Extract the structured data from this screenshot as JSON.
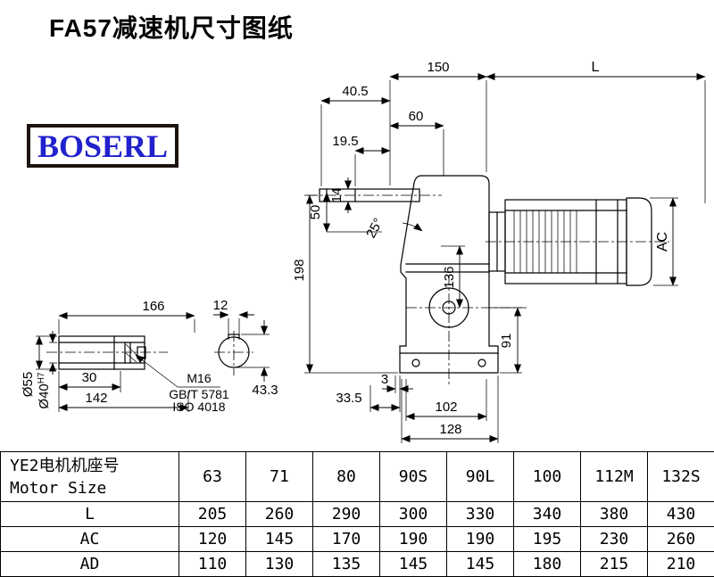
{
  "title": "FA57减速机尺寸图纸",
  "logo": "BOSERL",
  "drawing": {
    "dims": {
      "w150": "150",
      "L": "L",
      "w40_5": "40.5",
      "w60": "60",
      "w19_5": "19.5",
      "h14": "14",
      "h50": "50",
      "angle": "25°",
      "h198": "198",
      "h136": "136",
      "AC": "AC",
      "h91": "91",
      "b3": "3",
      "b33_5": "33.5",
      "b102": "102",
      "b128": "128"
    },
    "shaft_detail": {
      "len166": "166",
      "key12": "12",
      "dia55": "Ø55",
      "dia40": "Ø40",
      "dia40_tol": "H7",
      "len30": "30",
      "len142": "142",
      "bolt": "M16",
      "std1": "GB/T 5781",
      "std2": "ISO 4018",
      "k43_3": "43.3"
    }
  },
  "table": {
    "header_cn": "YE2电机机座号",
    "header_en": "Motor Size",
    "sizes": [
      "63",
      "71",
      "80",
      "90S",
      "90L",
      "100",
      "112M",
      "132S"
    ],
    "rows": [
      {
        "label": "L",
        "values": [
          "205",
          "260",
          "290",
          "300",
          "330",
          "340",
          "380",
          "430"
        ]
      },
      {
        "label": "AC",
        "values": [
          "120",
          "145",
          "170",
          "190",
          "190",
          "195",
          "230",
          "260"
        ]
      },
      {
        "label": "AD",
        "values": [
          "110",
          "130",
          "135",
          "145",
          "145",
          "180",
          "215",
          "210"
        ]
      }
    ]
  }
}
